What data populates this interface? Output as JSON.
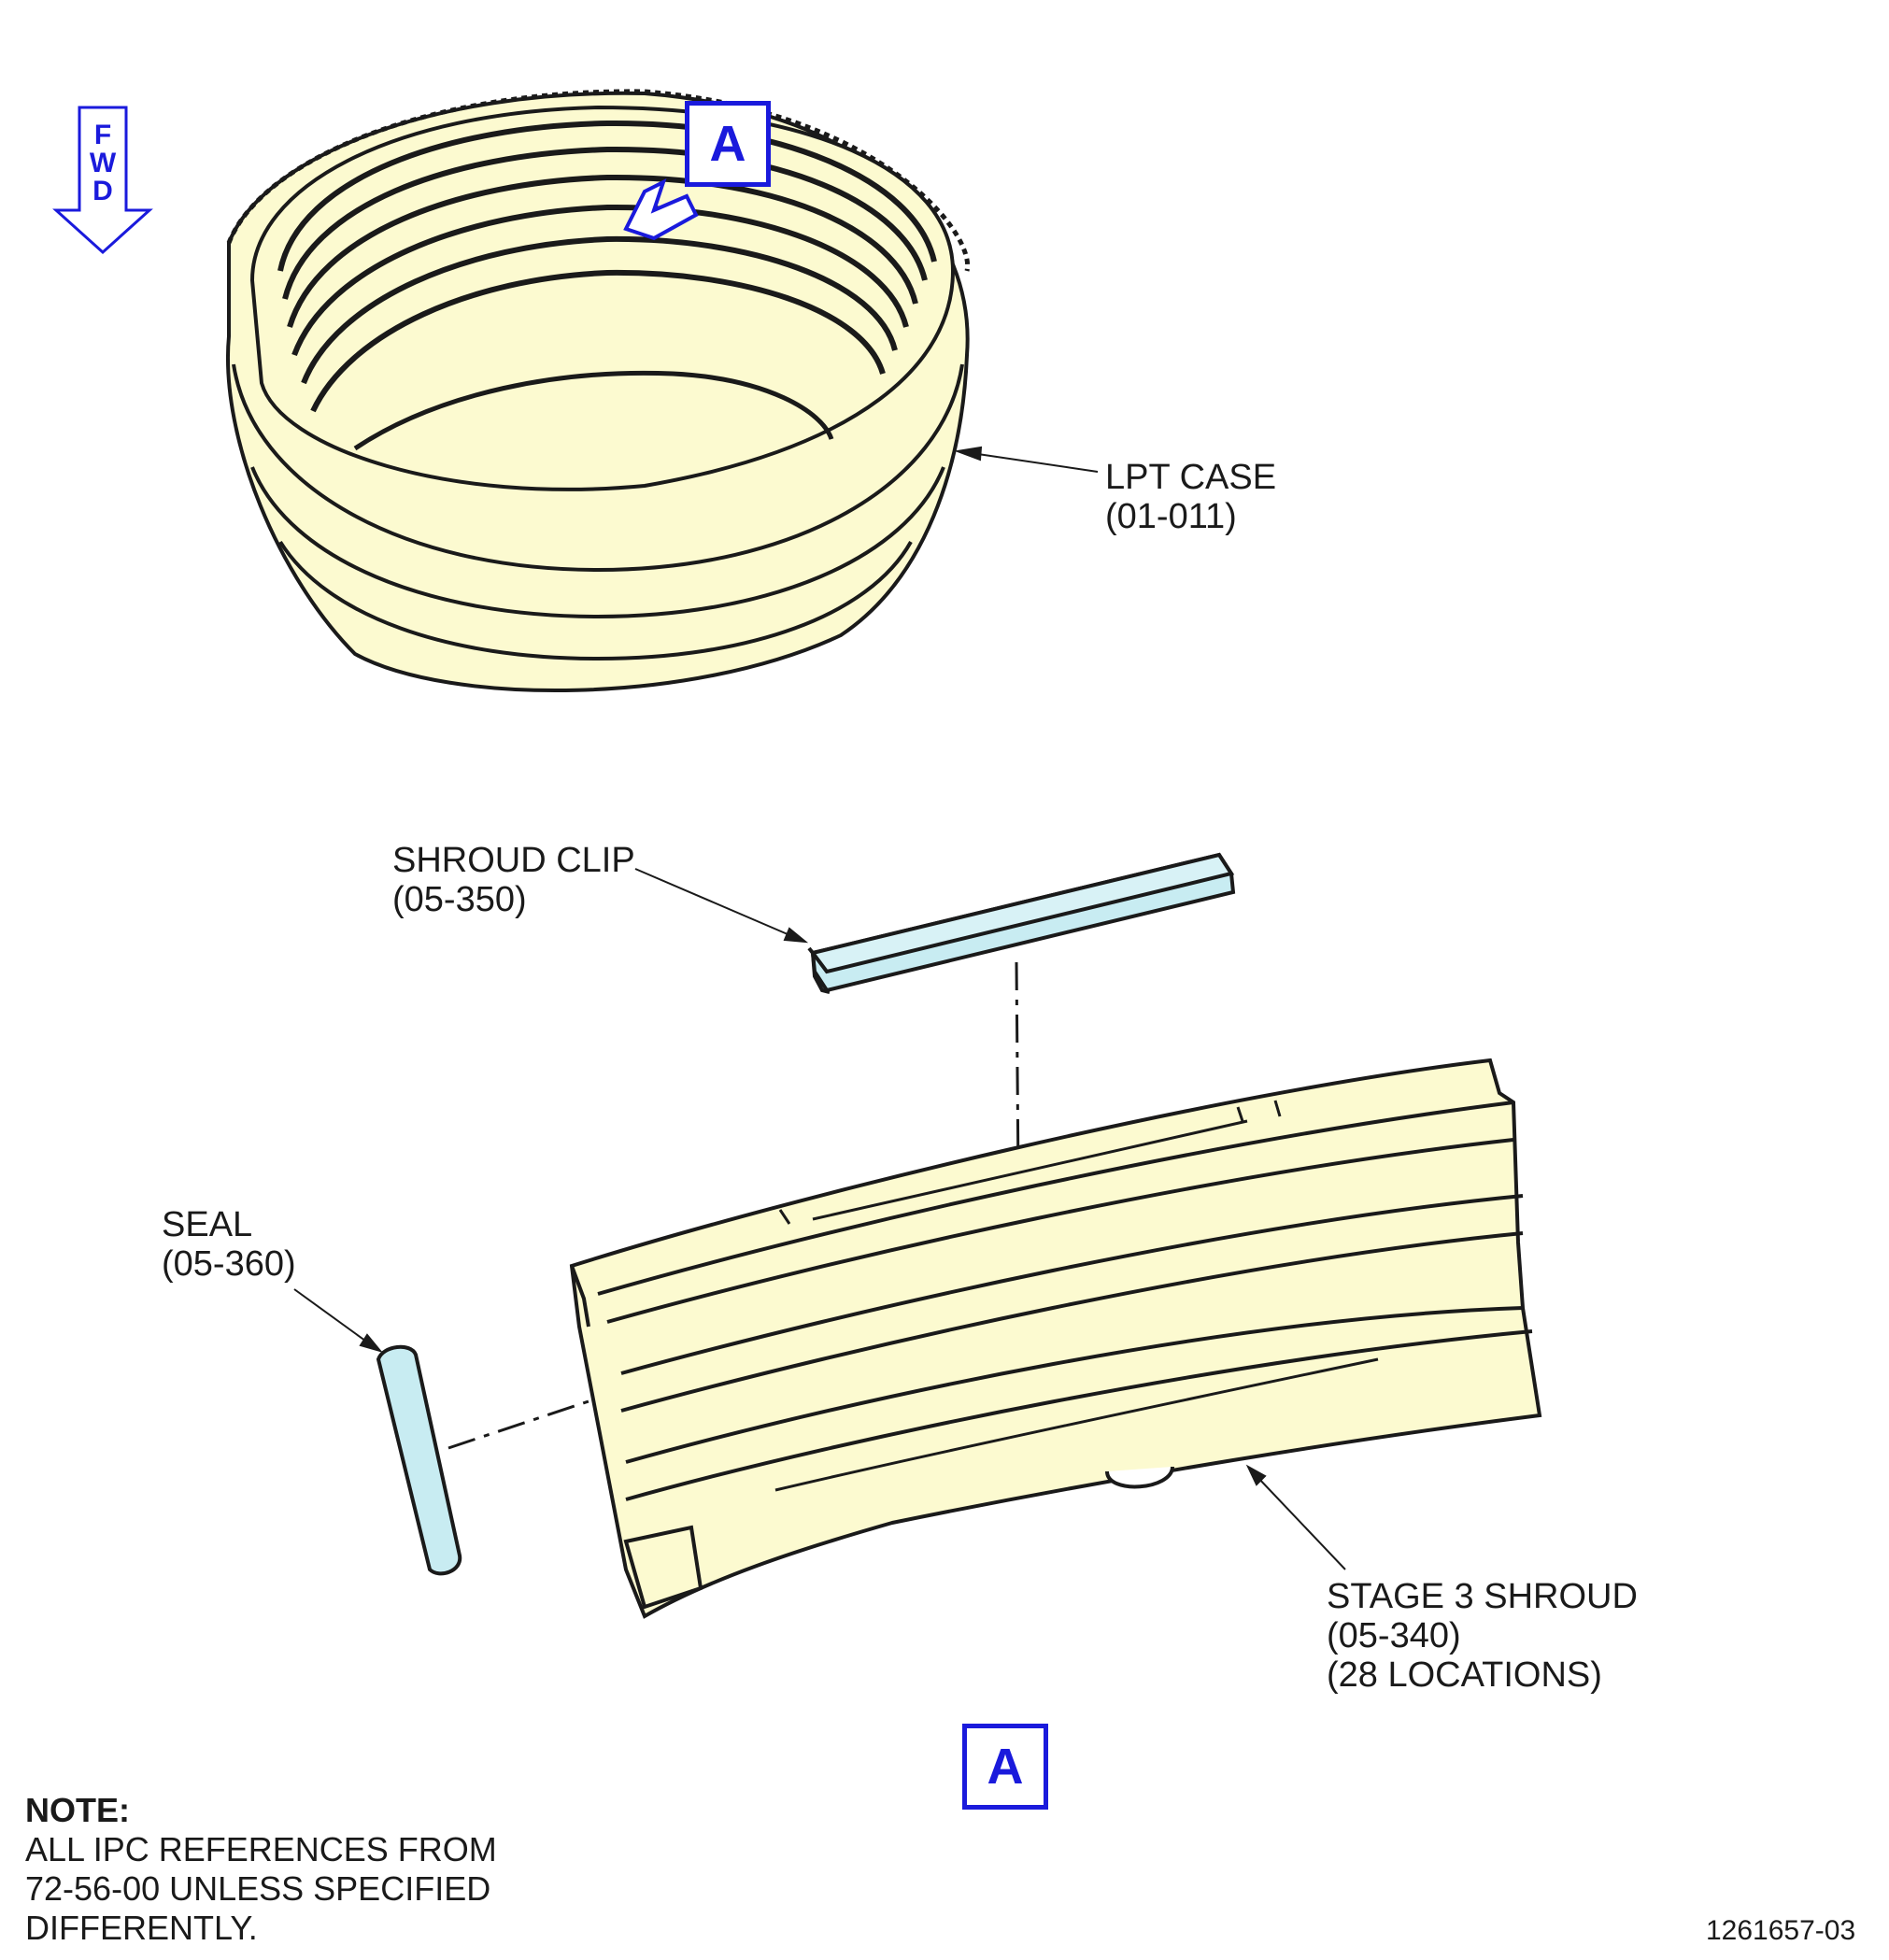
{
  "fwd": {
    "text": [
      "F",
      "W",
      "D"
    ]
  },
  "labels": {
    "lpt_case": [
      "LPT CASE",
      "(01-011)"
    ],
    "shroud_clip": [
      "SHROUD CLIP",
      "(05-350)"
    ],
    "seal": [
      "SEAL",
      "(05-360)"
    ],
    "stage3_shroud": [
      "STAGE 3 SHROUD",
      "(05-340)",
      "(28 LOCATIONS)"
    ]
  },
  "detail_refs": {
    "top": "A",
    "bottom": "A"
  },
  "note": {
    "title": "NOTE:",
    "lines": [
      "ALL IPC REFERENCES FROM",
      "72-56-00 UNLESS SPECIFIED",
      "DIFFERENTLY."
    ]
  },
  "figure_number": "1261657-03",
  "colors": {
    "part_fill": "#fcfad0",
    "clip_fill": "#c8ecf2",
    "callout_blue": "#1a1adc",
    "line": "#1a1a1a"
  }
}
